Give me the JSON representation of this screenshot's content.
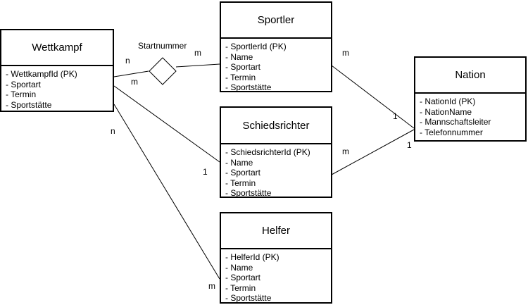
{
  "entities": {
    "wettkampf": {
      "title": "Wettkampf",
      "attributes": [
        "- WettkampfId (PK)",
        "- Sportart",
        "- Termin",
        "- Sportstätte"
      ]
    },
    "sportler": {
      "title": "Sportler",
      "attributes": [
        "- SportlerId (PK)",
        "- Name",
        "- Sportart",
        "- Termin",
        "- Sportstätte"
      ]
    },
    "schiedsrichter": {
      "title": "Schiedsrichter",
      "attributes": [
        "- SchiedsrichterId (PK)",
        "- Name",
        "- Sportart",
        "- Termin",
        "- Sportstätte"
      ]
    },
    "helfer": {
      "title": "Helfer",
      "attributes": [
        "- HelferId (PK)",
        "- Name",
        "- Sportart",
        "- Termin",
        "- Sportstätte"
      ]
    },
    "nation": {
      "title": "Nation",
      "attributes": [
        "- NationId (PK)",
        "- NationName",
        "- Mannschaftsleiter",
        "- Telefonnummer"
      ]
    }
  },
  "relationship": {
    "name": "Startnummer"
  },
  "cardinalities": {
    "wettkampf_startnummer": "n",
    "startnummer_sportler": "m",
    "wettkampf_schiedsrichter_w": "m",
    "wettkampf_helfer_w": "n",
    "schiedsrichter_wettkampf_side": "1",
    "helfer_wettkampf_side": "m",
    "sportler_nation_s": "m",
    "nation_sportler_side": "1",
    "schiedsrichter_nation_s": "m",
    "nation_schiedsrichter_side": "1"
  }
}
